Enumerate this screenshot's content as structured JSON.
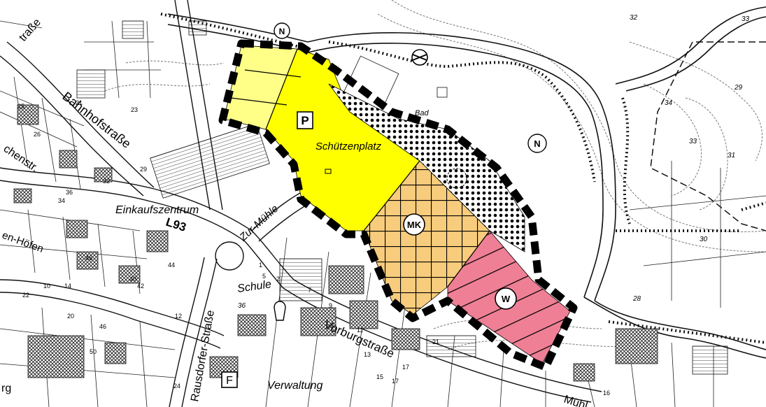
{
  "map": {
    "colors": {
      "paper": "#ffffff",
      "linework": "#111111",
      "parking_zone": "#ffff00",
      "parking_edge_zone": "#ffff88",
      "mixed_zone": "#f7cc7c",
      "residential_zone": "#ef7f95",
      "boundary": "#000000"
    },
    "streets": [
      {
        "name": "Bahnhofstraße"
      },
      {
        "name": "Zur-Mühle"
      },
      {
        "name": "Rausdorfer-Straße"
      },
      {
        "name": "Vorburgstraße"
      },
      {
        "name": "Mühl"
      },
      {
        "name": "L93"
      },
      {
        "name": "chenstr."
      },
      {
        "name": "en-Höfen"
      },
      {
        "name": "traße"
      },
      {
        "name": "rg"
      }
    ],
    "places": [
      {
        "name": "Schützenplatz"
      },
      {
        "name": "Einkaufszentrum"
      },
      {
        "name": "Schule"
      },
      {
        "name": "Verwaltung"
      },
      {
        "name": "Bad"
      }
    ],
    "zones": [
      {
        "code": "P"
      },
      {
        "code": "MK"
      },
      {
        "code": "W"
      },
      {
        "code": "F"
      }
    ],
    "markers": [
      {
        "code": "N"
      },
      {
        "code": "N"
      }
    ],
    "house_numbers": [
      "2",
      "21",
      "23",
      "29",
      "32",
      "34",
      "26",
      "25",
      "15",
      "17",
      "16",
      "40",
      "42",
      "44",
      "46",
      "36",
      "10",
      "14",
      "20",
      "22",
      "46",
      "50",
      "5",
      "7",
      "9",
      "11",
      "13",
      "12",
      "17",
      "21",
      "24",
      "1"
    ],
    "contours": [
      "32",
      "33",
      "34",
      "29",
      "28",
      "30",
      "31",
      "36",
      "33"
    ]
  }
}
